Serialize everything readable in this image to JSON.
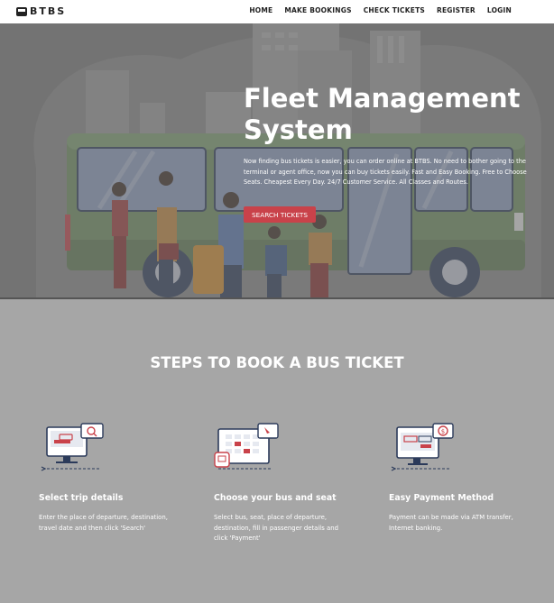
{
  "nav": {
    "logo_text": "BTBS",
    "items": [
      "HOME",
      "MAKE BOOKINGS",
      "CHECK TICKETS",
      "REGISTER",
      "LOGIN"
    ]
  },
  "hero": {
    "title": "Fleet Management System",
    "description": "Now finding bus tickets is easier, you can order online at BTBS. No need to bother going to the terminal or agent office, now you can buy tickets easily. Fast and Easy Booking. Free to Choose Seats. Cheapest Every Day. 24/7 Customer Service. All Classes and Routes.",
    "button": "SEARCH TICKETS"
  },
  "steps": {
    "title": "STEPS TO BOOK A BUS TICKET",
    "items": [
      {
        "title": "Select trip details",
        "desc": "Enter the place of departure, destination, travel date and then click 'Search'",
        "icon": "trip-search-icon"
      },
      {
        "title": "Choose your bus and seat",
        "desc": "Select bus, seat, place of departure, destination, fill in passenger details and click 'Payment'",
        "icon": "seat-select-icon"
      },
      {
        "title": "Easy Payment Method",
        "desc": "Payment can be made via ATM transfer, Internet banking.",
        "icon": "payment-icon"
      }
    ]
  },
  "colors": {
    "accent": "#c9424a",
    "bus_green": "#6f9061",
    "overlay": "#a6a6a6",
    "icon_blue": "#2b3a5a"
  }
}
